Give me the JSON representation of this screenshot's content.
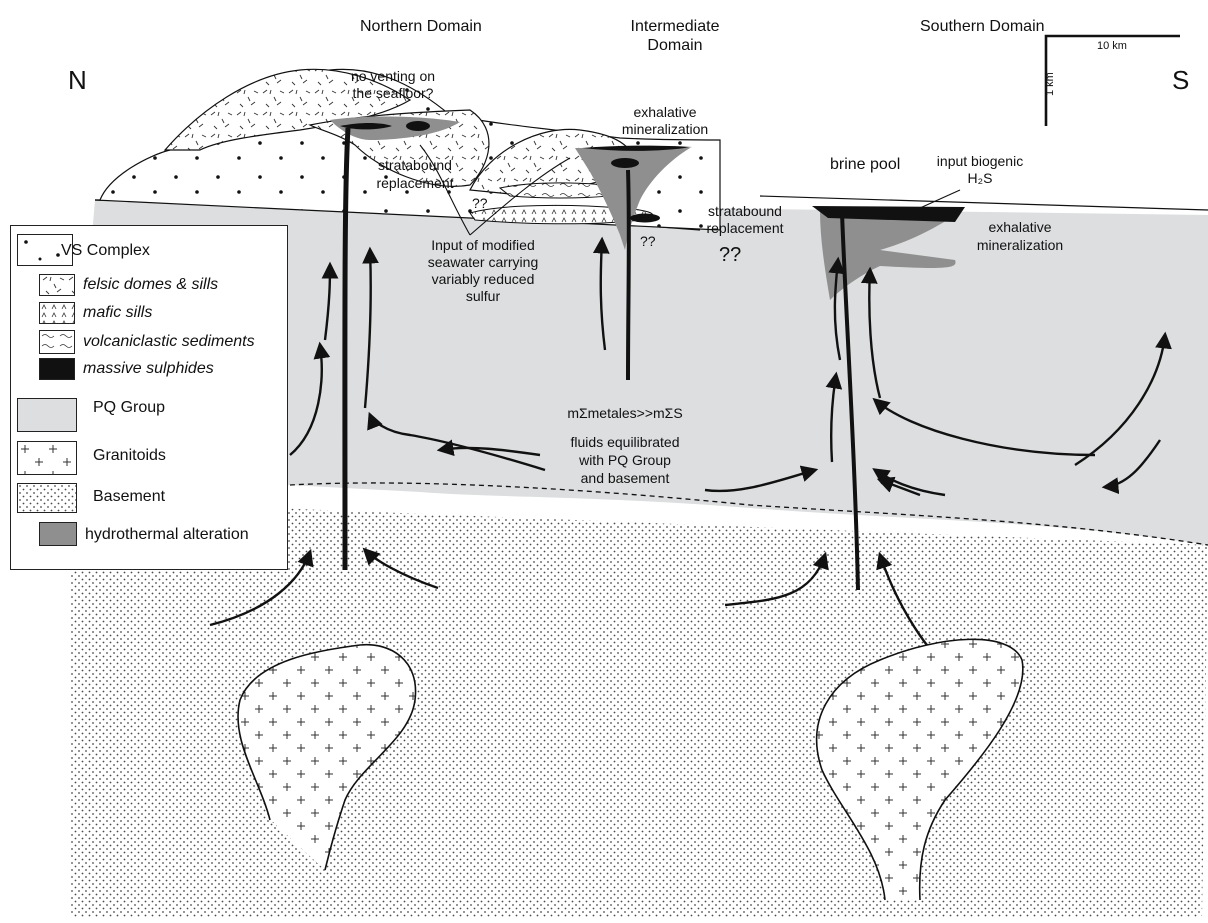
{
  "compass": {
    "north": "N",
    "south": "S"
  },
  "domains": {
    "northern": "Northern Domain",
    "intermediate_line1": "Intermediate",
    "intermediate_line2": "Domain",
    "southern": "Southern Domain"
  },
  "scale_bar": {
    "horizontal": "10 km",
    "vertical": "1 km"
  },
  "annotations": {
    "no_venting_line1": "no venting on",
    "no_venting_line2": "the seafloor?",
    "exhalative_top_line1": "exhalative",
    "exhalative_top_line2": "mineralization",
    "stratabound_left_line1": "stratabound",
    "stratabound_left_line2": "replacement",
    "stratabound_mid_line1": "stratabound",
    "stratabound_mid_line2": "replacement",
    "qq_small_1": "??",
    "qq_small_2": "??",
    "qq_large": "??",
    "brine_pool": "brine pool",
    "input_biogenic_line1": "input biogenic",
    "input_biogenic_line2": "H₂S",
    "exhalative_right_line1": "exhalative",
    "exhalative_right_line2": "mineralization",
    "input_seawater_line1": "Input of modified",
    "input_seawater_line2": "seawater carrying",
    "input_seawater_line3": "variably reduced",
    "input_seawater_line4": "sulfur",
    "metales": "mΣmetales>>mΣS",
    "fluids_line1": "fluids equilibrated",
    "fluids_line2": "with PQ Group",
    "fluids_line3": "and basement"
  },
  "legend": {
    "vs_complex": "VS Complex",
    "felsic": "felsic domes & sills",
    "mafic": "mafic sills",
    "volcaniclastic": "volcaniclastic sediments",
    "massive": "massive sulphides",
    "pq_group": "PQ Group",
    "granitoids": "Granitoids",
    "basement": "Basement",
    "hydrothermal": "hydrothermal alteration"
  },
  "colors": {
    "pq_group": "#dcdedf",
    "alteration": "#8f8f8f",
    "sulphide": "#111111",
    "basement_dots": "#4a4a4a"
  }
}
